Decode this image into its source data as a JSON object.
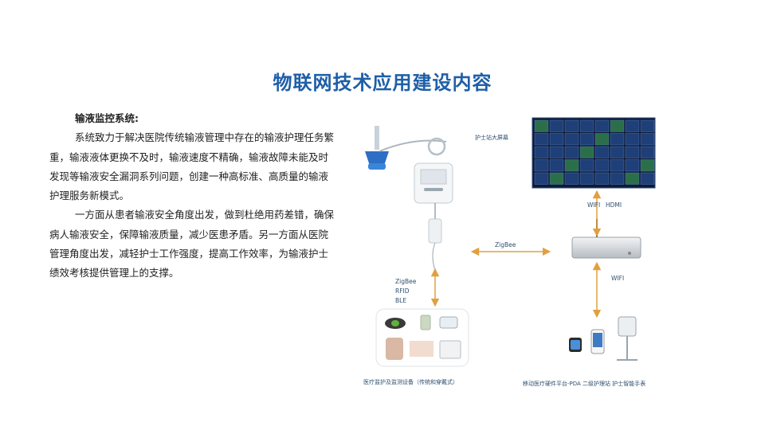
{
  "page_title": "物联网技术应用建设内容",
  "section_heading": "输液监控系统:",
  "paragraphs": [
    "系统致力于解决医院传统输液管理中存在的输液护理任务繁重，输液液体更换不及时，输液速度不精确，输液故障未能及时发现等输液安全漏洞系列问题，创建一种高标准、高质量的输液护理服务新模式。",
    "一方面从患者输液安全角度出发，做到杜绝用药差错，确保病人输液安全，保障输液质量，减少医患矛盾。另一方面从医院管理角度出发，减轻护士工作强度，提高工作效率，为输液护士绩效考核提供管理上的支撑。"
  ],
  "diagram": {
    "screen_label": "护士站大屏幕",
    "link_wifi_hdmi": [
      "WIFI",
      "HDMI"
    ],
    "link_zigbee": "ZigBee",
    "link_wifi": "WIFI",
    "protocols": [
      "ZigBee",
      "RFID",
      "BLE"
    ],
    "devices_caption": "医疗监护及监测设备（传统和穿戴式）",
    "mobile_caption": "移动医疗硬件平台-PDA 二级护理站 护士智能手表",
    "accent_color": "#e0a040",
    "icons": [
      "infusion-pump-icon",
      "dashboard-screen-icon",
      "gateway-box-icon",
      "pda-icon",
      "smartwatch-icon",
      "nurse-cart-icon"
    ]
  }
}
